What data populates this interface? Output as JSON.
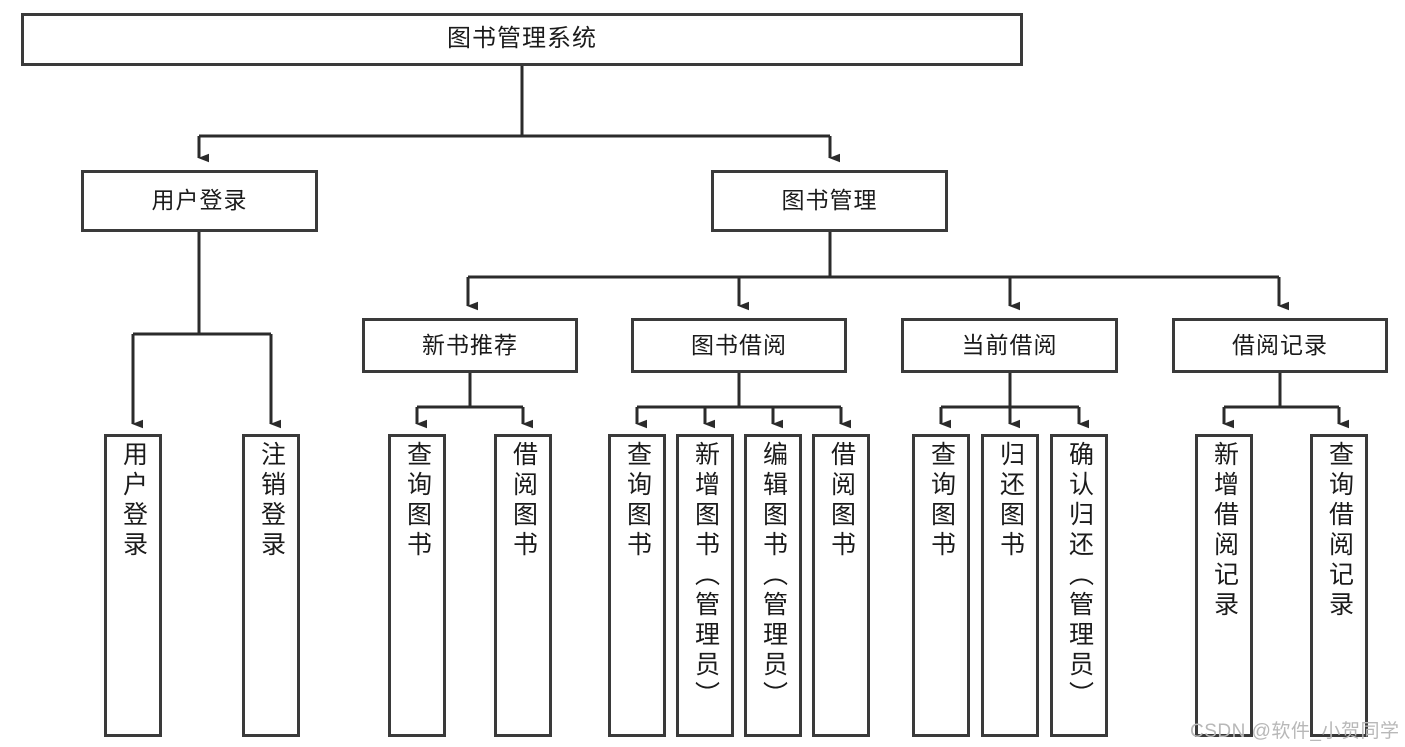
{
  "diagram": {
    "type": "hierarchy-tree",
    "title_text": "图书管理系统",
    "orientation": "top-down",
    "colors": {
      "box_border": "#3a3a3a",
      "box_fill": "#ffffff",
      "connector": "#2b2b2b",
      "text": "#1b1b1b",
      "watermark": "#b8b8b8"
    },
    "nodes": {
      "root": {
        "label": "图书管理系统"
      },
      "level1": [
        {
          "id": "user-login",
          "label": "用户登录"
        },
        {
          "id": "book-management",
          "label": "图书管理"
        }
      ],
      "level2": [
        {
          "id": "new-book-recommend",
          "label": "新书推荐"
        },
        {
          "id": "book-borrow",
          "label": "图书借阅"
        },
        {
          "id": "current-borrow",
          "label": "当前借阅"
        },
        {
          "id": "borrow-record",
          "label": "借阅记录"
        }
      ],
      "leaves": {
        "user-login": [
          {
            "id": "leaf-user-login",
            "label": "用户登录"
          },
          {
            "id": "leaf-user-logout",
            "label": "注销登录"
          }
        ],
        "new-book-recommend": [
          {
            "id": "leaf-query-book-1",
            "label": "查询图书"
          },
          {
            "id": "leaf-borrow-book-1",
            "label": "借阅图书"
          }
        ],
        "book-borrow": [
          {
            "id": "leaf-query-book-2",
            "label": "查询图书"
          },
          {
            "id": "leaf-add-book-admin",
            "label": "新增图书（管理员）"
          },
          {
            "id": "leaf-edit-book-admin",
            "label": "编辑图书（管理员）"
          },
          {
            "id": "leaf-borrow-book-2",
            "label": "借阅图书"
          }
        ],
        "current-borrow": [
          {
            "id": "leaf-query-book-3",
            "label": "查询图书"
          },
          {
            "id": "leaf-return-book",
            "label": "归还图书"
          },
          {
            "id": "leaf-confirm-return-admin",
            "label": "确认归还（管理员）"
          }
        ],
        "borrow-record": [
          {
            "id": "leaf-add-borrow-record",
            "label": "新增借阅记录"
          },
          {
            "id": "leaf-query-borrow-record",
            "label": "查询借阅记录"
          }
        ]
      }
    },
    "watermark": "CSDN @软件_小贺同学"
  }
}
